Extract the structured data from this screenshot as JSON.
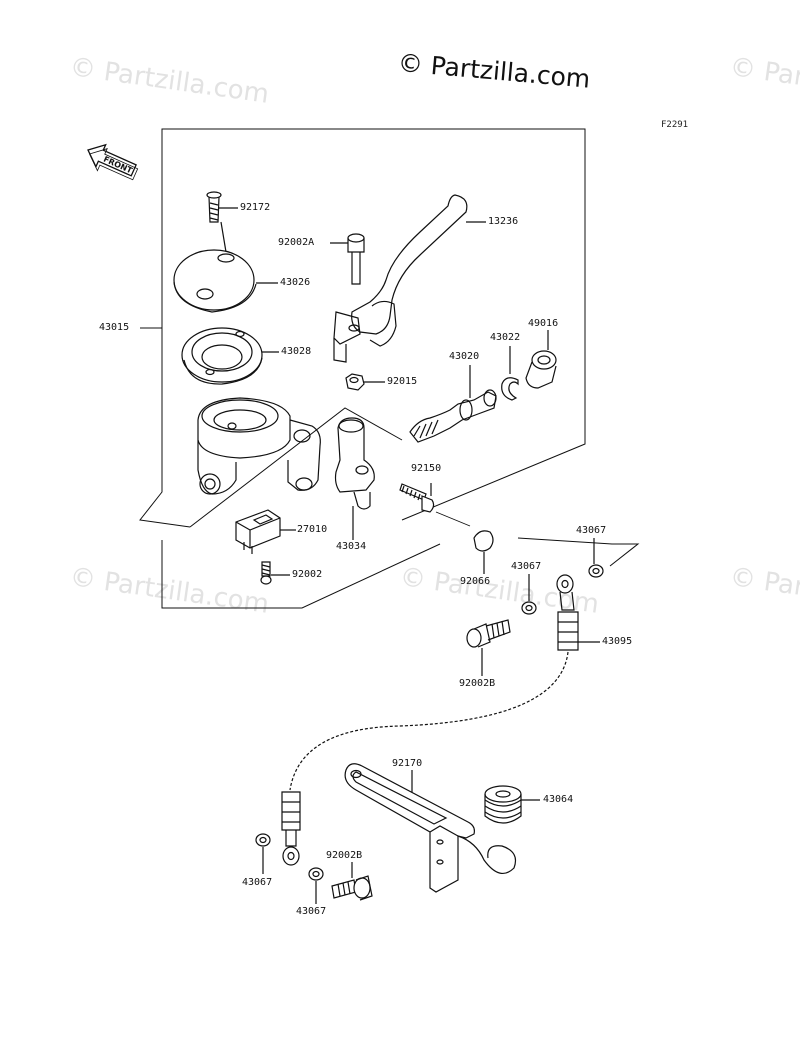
{
  "watermark": {
    "brand": "© Partzilla.com",
    "faded": "© Partzilla.com"
  },
  "figure_code": "F2291",
  "front_badge": "FRONT",
  "labels": {
    "p92172": "92172",
    "p13236": "13236",
    "p92002A": "92002A",
    "p43026": "43026",
    "p43015": "43015",
    "p43028": "43028",
    "p49016": "49016",
    "p43022": "43022",
    "p43020": "43020",
    "p92015": "92015",
    "p92150": "92150",
    "p27010": "27010",
    "p43034": "43034",
    "p43067a": "43067",
    "p92002": "92002",
    "p92066": "92066",
    "p43067b": "43067",
    "p43095": "43095",
    "p92002B": "92002B",
    "p92170": "92170",
    "p43064": "43064",
    "p92002Bb": "92002B",
    "p43067c": "43067",
    "p43067d": "43067"
  }
}
